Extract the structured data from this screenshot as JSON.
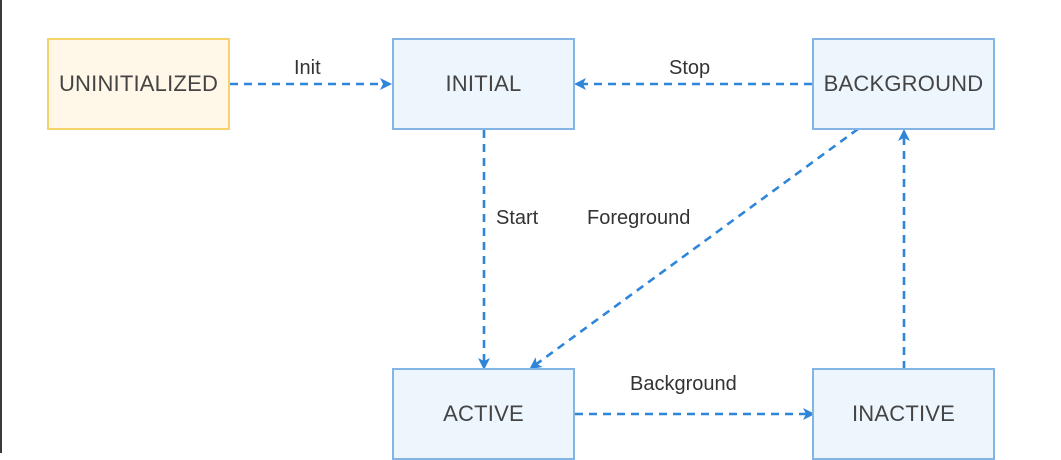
{
  "diagram": {
    "nodes": {
      "uninitialized": "UNINITIALIZED",
      "initial": "INITIAL",
      "background": "BACKGROUND",
      "active": "ACTIVE",
      "inactive": "INACTIVE"
    },
    "edges": {
      "init": "Init",
      "stop": "Stop",
      "start": "Start",
      "foreground": "Foreground",
      "background": "Background"
    }
  },
  "colors": {
    "edge": "#2f86d9",
    "node_border": "#82b5e6",
    "node_fill": "#eef6fd",
    "start_border": "#f5d36a",
    "start_fill": "#fff8e8"
  }
}
